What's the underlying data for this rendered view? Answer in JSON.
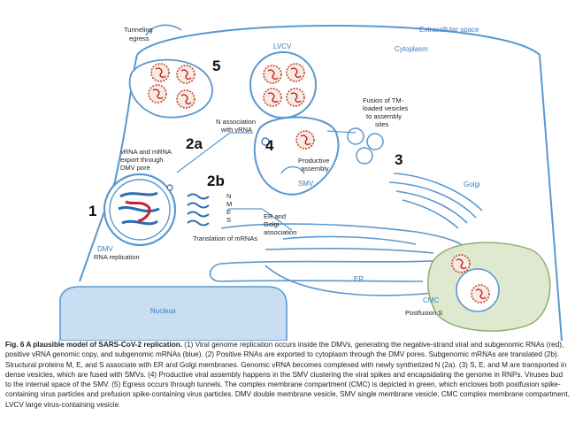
{
  "labels": {
    "tunneling": [
      "Tunneling",
      "egress"
    ],
    "extracellular": "Extracellular space",
    "cytoplasm": "Cytoplasm",
    "lvcv": "LVCV",
    "fusion": [
      "Fusion of TM-",
      "loaded vesicles",
      "to assembly",
      "sites"
    ],
    "n_assoc": [
      "N association",
      "with vRNA"
    ],
    "export": [
      "vRNA and mRNA",
      "export through",
      "DMV pore"
    ],
    "productive": [
      "Productive",
      "assembly"
    ],
    "smv": "SMV",
    "golgi": "Golgi",
    "er_golgi": [
      "ER and",
      "Golgi",
      "association"
    ],
    "translation": "Translation of mRNAs",
    "dmv": "DMV",
    "rna_replication": "RNA replication",
    "er": "ER",
    "nucleus": "Nucleus",
    "cmc": "CMC",
    "postfusion": "Postfusion S",
    "nmes": [
      "N",
      "M",
      "E",
      "S"
    ]
  },
  "steps": {
    "s1": "1",
    "s2a": "2a",
    "s2b": "2b",
    "s3": "3",
    "s4": "4",
    "s5": "5"
  },
  "caption": {
    "title": "Fig. 6 A plausible model of SARS-CoV-2 replication.",
    "body": " (1) Viral genome replication occurs inside the DMVs, generating the negative-strand viral and subgenomic RNAs (red), positive vRNA genomic copy, and subgenomic mRNAs (blue). (2) Positive RNAs are exported to cytoplasm through the DMV pores. Subgenomic mRNAs are translated (2b). Structural proteins M, E, and S associate with ER and Golgi membranes. Genomic vRNA becomes complexed with newly synthetized N (2a). (3) S, E, and M are transported in dense vesicles, which are fused with SMVs. (4) Productive viral assembly happens in the SMV clustering the viral spikes and encapsidating the genome in RNPs. Viruses bud to the internal space of the SMV. (5) Egress occurs through tunnels. The complex membrane compartment (CMC) is depicted in green, which encloses both postfusion spike-containing virus particles and prefusion spike-containing virus particles. DMV double membrane vesicle, SMV single membrane vesicle, CMC complex membrane compartment, LVCV large virus-containing vesicle."
  },
  "colors": {
    "membrane": "#5a98cf",
    "nucleus": "#c9def2",
    "cmc": "#dfe9cf",
    "virus_shell": "#c24a2c",
    "rna_red": "#c2272d",
    "rna_blue": "#2a6db0",
    "text_blue": "#3b7dbf"
  }
}
